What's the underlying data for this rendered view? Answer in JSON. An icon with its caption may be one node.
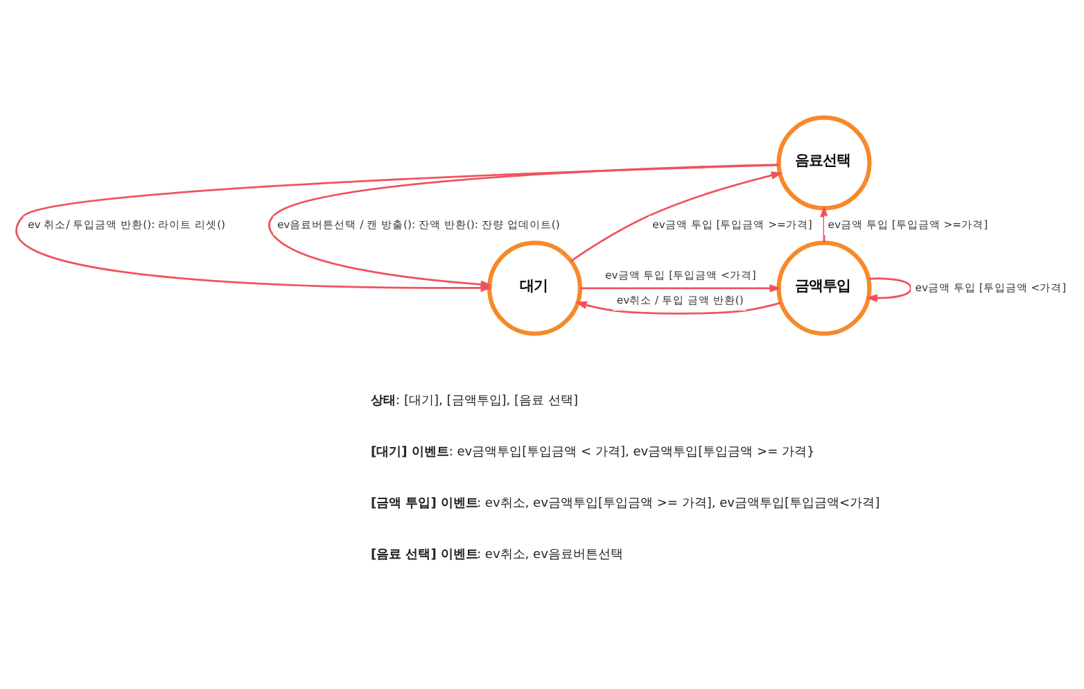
{
  "diagram": {
    "nodes": [
      {
        "text": [
          "음료선택"
        ]
      },
      {
        "text": [
          "대기"
        ]
      },
      {
        "text": [
          "금액투입"
        ]
      }
    ],
    "edges": [
      {
        "from": 0,
        "to": 1,
        "arrow": "to",
        "label": "ev 취소/ 투입금액 반환(): 라이트 리셋()"
      },
      {
        "from": 0,
        "to": 1,
        "arrow": "to",
        "label": "ev음료버튼선택 / 캔 방출(): 잔액 반환(): 잔량 업데이트()"
      },
      {
        "from": 1,
        "to": 0,
        "arrow": "to",
        "label": "ev금액 투입 [투입금액 >=가격]"
      },
      {
        "from": 2,
        "to": 0,
        "arrow": "to",
        "label": "ev금액 투입 [투입금액 >=가격]"
      },
      {
        "from": 2,
        "to": 2,
        "arrow": "to",
        "label": "ev금액 투입 [투입금액 <가격]"
      },
      {
        "from": 1,
        "to": 2,
        "arrow": "to",
        "label": "ev금액 투입 [투입금액 <가격]"
      },
      {
        "from": 2,
        "to": 1,
        "arrow": "to",
        "label": "ev취소 / 투입 금액 반환()"
      }
    ],
    "labels": [
      "**상태**: [대기], [금액투입], [음료 선택]",
      "**[대기] 이벤트**: ev금액투입[투입금액 < 가격], ev금액투입[투입금액 >= 가격}",
      "**[금액 투입] 이벤트**: ev취소, ev금액투입[투입금액 >= 가격], ev금액투입[투입금액<가격]",
      "**[음료 선택] 이벤트**: ev취소, ev음료버튼선택"
    ]
  }
}
